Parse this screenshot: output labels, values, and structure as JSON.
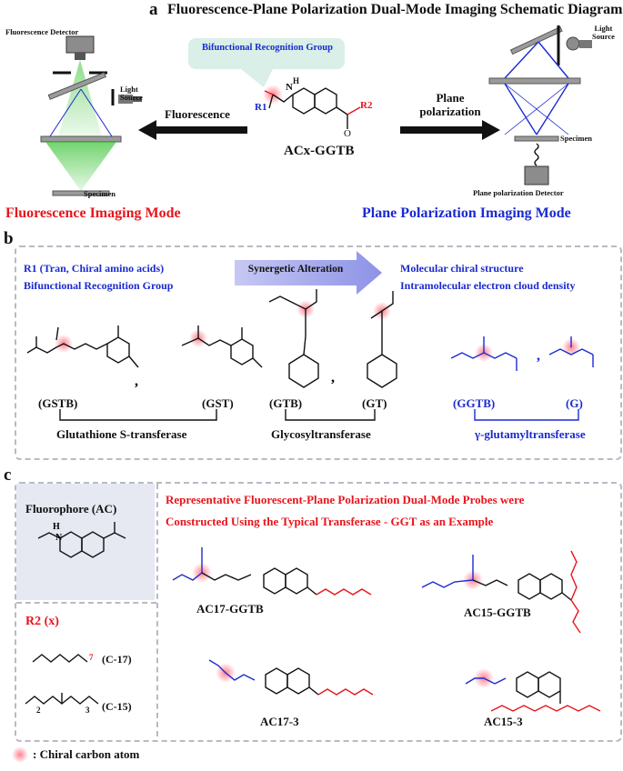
{
  "panel_a": {
    "label": "a",
    "title": "Fluorescence-Plane Polarization Dual-Mode Imaging Schematic Diagram",
    "fluorescence_detector": "Fluorescence Detector",
    "light_source_left": "Light Source",
    "specimen_left": "Specimen",
    "fluorescence_arrow": "Fluorescence",
    "callout": "Bifunctional Recognition Group",
    "r1": "R1",
    "r2": "R2",
    "n_h": "N",
    "h": "H",
    "probe_name": "ACx-GGTB",
    "plane_arrow_line1": "Plane",
    "plane_arrow_line2": "polarization",
    "light_source_right_1": "Light",
    "light_source_right_2": "Source",
    "specimen_right": "Specimen",
    "plane_detector": "Plane polarization Detector",
    "mode_left": "Fluorescence Imaging Mode",
    "mode_right": "Plane Polarization Imaging Mode"
  },
  "panel_b": {
    "label": "b",
    "r1_line": "R1   (Tran, Chiral amino acids)",
    "r1_line2": "Bifunctional Recognition Group",
    "synergetic": "Synergetic Alteration",
    "right_line1": "Molecular chiral structure",
    "right_line2": "Intramolecular electron cloud density",
    "groups": [
      {
        "pair": [
          "(GSTB)",
          "(GST)"
        ],
        "enzyme": "Glutathione S-transferase"
      },
      {
        "pair": [
          "(GTB)",
          "(GT)"
        ],
        "enzyme": "Glycosyltransferase"
      },
      {
        "pair": [
          "(GGTB)",
          "(G)"
        ],
        "enzyme": "γ-glutamyltransferase"
      }
    ]
  },
  "panel_c": {
    "label": "c",
    "fluorophore": "Fluorophore (AC)",
    "header_line1": "Representative Fluorescent-Plane Polarization Dual-Mode Probes were",
    "header_line2": "Constructed Using the Typical Transferase - GGT as an Example",
    "r2x": "R2 (x)",
    "c17": "(C-17)",
    "c15": "(C-15)",
    "probes": [
      "AC17-GGTB",
      "AC15-GGTB",
      "AC17-3",
      "AC15-3"
    ],
    "legend": ": Chiral carbon atom",
    "subscript_7": "7",
    "subscript_2": "2",
    "subscript_3": "3"
  },
  "colors": {
    "red": "#e8141b",
    "blue": "#1a2ad0",
    "green": "#2fbf2a",
    "dash": "#b9bac4"
  }
}
